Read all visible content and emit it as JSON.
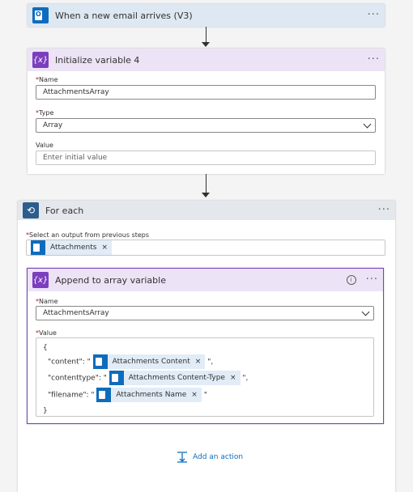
{
  "trigger": {
    "title": "When a new email arrives (V3)",
    "more": "···"
  },
  "init_var": {
    "title": "Initialize variable 4",
    "more": "···",
    "name_label": "Name",
    "name_value": "AttachmentsArray",
    "type_label": "Type",
    "type_value": "Array",
    "value_label": "Value",
    "value_placeholder": "Enter initial value"
  },
  "foreach": {
    "title": "For each",
    "more": "···",
    "select_label": "Select an output from previous steps",
    "token": "Attachments"
  },
  "append": {
    "title": "Append to array variable",
    "more": "···",
    "info": "i",
    "name_label": "Name",
    "name_value": "AttachmentsArray",
    "value_label": "Value",
    "open_brace": "{",
    "close_brace": "}",
    "rows": [
      {
        "key": "\"content\": \"",
        "token": "Attachments Content",
        "suffix": "\","
      },
      {
        "key": "\"contenttype\": \"",
        "token": "Attachments Content-Type",
        "suffix": "\","
      },
      {
        "key": "\"filename\": \"",
        "token": "Attachments Name",
        "suffix": "\""
      }
    ]
  },
  "add_action": {
    "label": "Add an action"
  },
  "required_mark": "*",
  "remove_mark": "×",
  "colors": {
    "outlook": "#0f6cbd",
    "variable": "#7b3fbd",
    "loop": "#2d5d8c",
    "link": "#0f6cbd"
  }
}
